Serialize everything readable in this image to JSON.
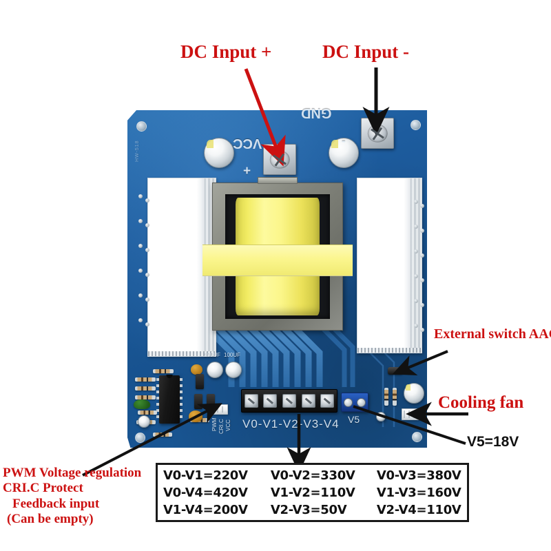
{
  "annotations": {
    "dc_input_plus": "DC Input +",
    "dc_input_minus": "DC Input -",
    "external_switch": "External switch AAC",
    "cooling_fan": "Cooling fan",
    "v5_label": "V5=18V",
    "pwm_block": [
      "PWM Voltage regulation",
      "CRI.C Protect",
      "Feedback input",
      "(Can be empty)"
    ]
  },
  "silkscreen": {
    "vcc": "VCC",
    "gnd": "GND",
    "plus": "+",
    "minus": "-",
    "terminal_row": "V0-V1-V2-V3-V4",
    "v5": "V5",
    "cap1": "100UF",
    "cap2": "100UF",
    "conn_pwm": "PWM",
    "conn_cric": "CRI.C",
    "conn_vcc": "VCC",
    "board_code": "HW-518"
  },
  "voltage_table": {
    "rows": [
      [
        "V0-V1=220V",
        "V0-V2=330V",
        "V0-V3=380V"
      ],
      [
        "V0-V4=420V",
        "V1-V2=110V",
        "V1-V3=160V"
      ],
      [
        "V1-V4=200V",
        "V2-V3=50V",
        "V2-V4=110V"
      ]
    ]
  },
  "colors": {
    "annotation_red": "#cc1111",
    "annotation_black": "#111111",
    "pcb_blue": "#1d5c9e",
    "transformer_yellow": "#f2ec63",
    "heatsink_white": "#ffffff",
    "connector_blue": "#1b47a0"
  }
}
